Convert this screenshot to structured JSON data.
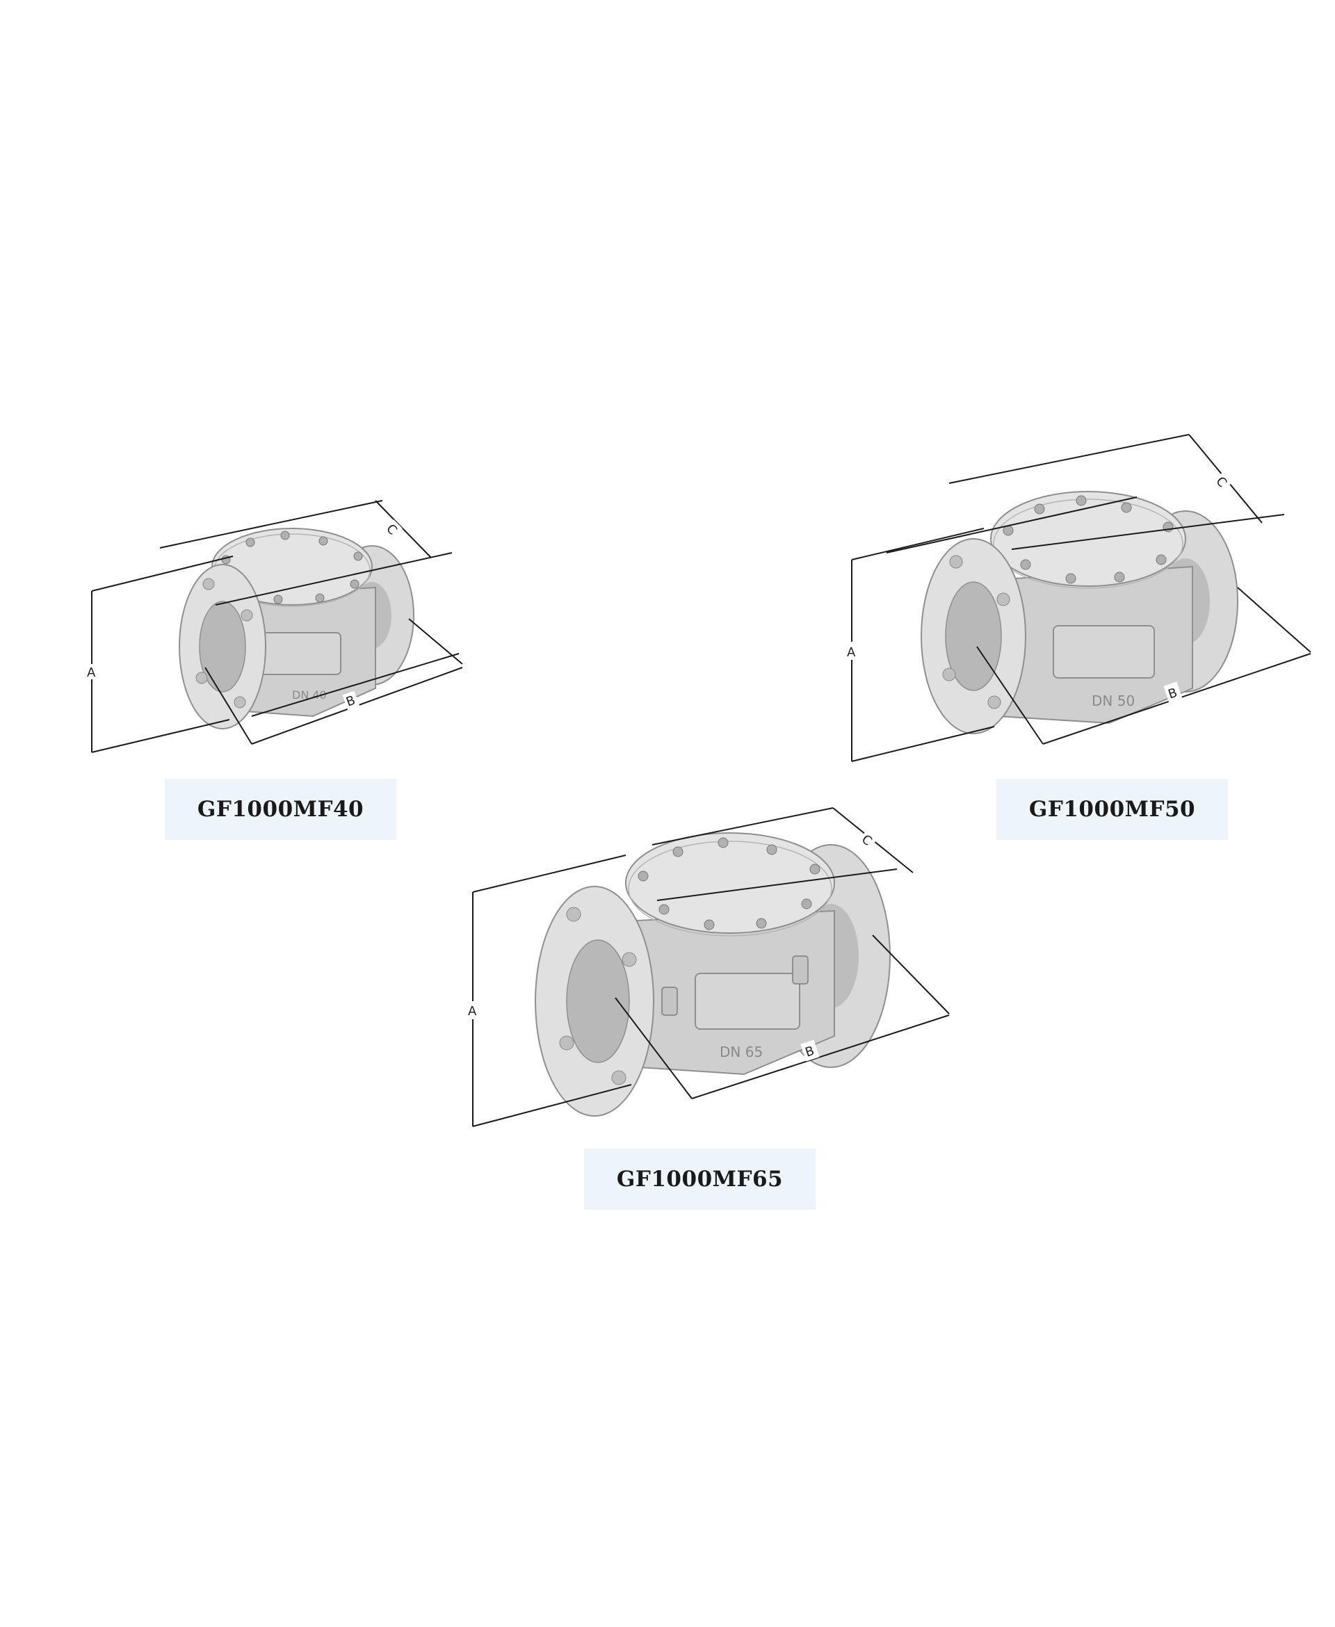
{
  "products": [
    {
      "name": "GF1000MF40",
      "dimensions": {
        "a": "A",
        "b": "B",
        "c": "C"
      },
      "flange_marking": "DN 40"
    },
    {
      "name": "GF1000MF50",
      "dimensions": {
        "a": "A",
        "b": "B",
        "c": "C"
      },
      "flange_marking": "DN 50"
    },
    {
      "name": "GF1000MF65",
      "dimensions": {
        "a": "A",
        "b": "B",
        "c": "C"
      },
      "flange_marking": "DN 65"
    }
  ],
  "colors": {
    "label_background": "#eef5fa",
    "metal_light": "#e2e2e2",
    "metal_mid": "#c8c8c8",
    "metal_dark": "#9a9a9a",
    "line": "#1a1a1a"
  }
}
